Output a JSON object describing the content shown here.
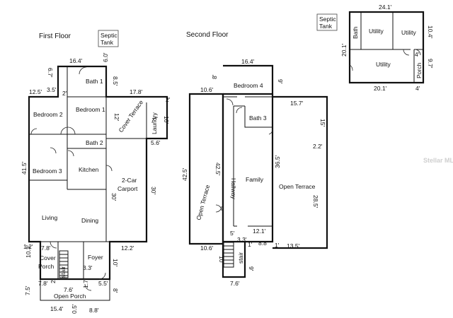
{
  "headings": {
    "first_floor": "First Floor",
    "second_floor": "Second Floor"
  },
  "septic": {
    "line1": "Septic",
    "line2": "Tank"
  },
  "first_floor_rooms": {
    "bath1": "Bath 1",
    "bedroom1": "Bedroom 1",
    "bedroom2": "Bedroom 2",
    "bath2": "Bath 2",
    "bedroom3": "Bedroom 3",
    "kitchen": "Kitchen",
    "carport1": "2-Car",
    "carport2": "Carport",
    "living": "Living",
    "dining": "Dining",
    "cover_terrace": "Cover Terrace",
    "laundry": "Laundry",
    "cover_porch1": "Cover",
    "cover_porch2": "Porch",
    "stair": "stair",
    "foyer": "Foyer",
    "open_porch": "Open Porch"
  },
  "first_floor_dims": {
    "d1": "16.4'",
    "d2": "6.0'",
    "d3": "6.7'",
    "d4": "8.5'",
    "d5": "3.5'",
    "d6": "2'",
    "d7": "12.5'",
    "d8": "17.8'",
    "d9": "2'",
    "d10": "12'",
    "d11": "10'",
    "d12": "5.6'",
    "d13": "41.5'",
    "d14": "30'",
    "d15": "30'",
    "d16": "12.2'",
    "d17": "1.2'",
    "d18": "7.8'",
    "d19": "10.3'",
    "d20": "10'",
    "d21": "3.3'",
    "d22": "7.8'",
    "d23": "2'",
    "d24": "7.6'",
    "d25": "1.7'",
    "d26": "5.5'",
    "d27": "7.5'",
    "d28": "8'",
    "d29": "15.4'",
    "d30": "0.5'",
    "d31": "8.8'"
  },
  "second_floor_rooms": {
    "bedroom4": "Bedroom 4",
    "bath3": "Bath 3",
    "hallway": "Hallway",
    "family": "Family",
    "open_terrace_left": "Open Terrace",
    "open_terrace_right": "Open Terrace",
    "stair": "stair"
  },
  "second_floor_dims": {
    "d1": "16.4'",
    "d2": "8'",
    "d3": "9'",
    "d4": "10.6'",
    "d5": "15.7'",
    "d6": "15'",
    "d7": "2.2'",
    "d8": "42.5'",
    "d9": "42.5'",
    "d10": "36.5'",
    "d11": "28.5'",
    "d12": "5'",
    "d13": "12.1'",
    "d14": "3.3'",
    "d15": "1'",
    "d16": "8.8'",
    "d17": "1'",
    "d18": "13.5'",
    "d19": "10.6'",
    "d20": "10'",
    "d21": "9'",
    "d22": "7.6'"
  },
  "annex": {
    "rooms": {
      "bath": "Bath",
      "utility1": "Utility",
      "utility2": "Utility",
      "utility3": "Utility",
      "porch": "Porch"
    },
    "dims": {
      "top": "24.1'",
      "right": "10.4'",
      "left": "20.1'",
      "d4": "4'",
      "d97": "9.7'",
      "bottom": "20.1'",
      "bottom4": "4'"
    }
  },
  "watermark": "Stellar MLS"
}
